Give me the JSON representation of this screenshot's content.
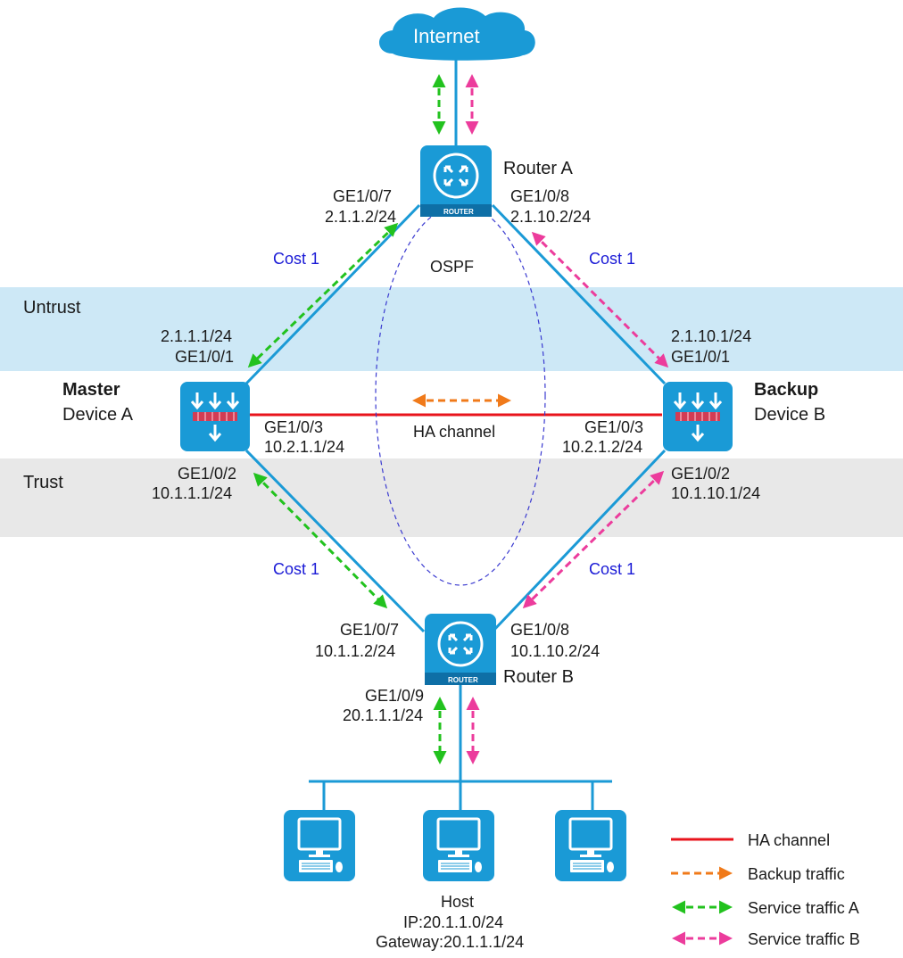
{
  "zones": {
    "untrust": "Untrust",
    "trust": "Trust"
  },
  "internet": "Internet",
  "ospf": "OSPF",
  "router_a": {
    "name": "Router A",
    "badge": "ROUTER",
    "left_if": "GE1/0/7",
    "left_ip": "2.1.1.2/24",
    "right_if": "GE1/0/8",
    "right_ip": "2.1.10.2/24"
  },
  "router_b": {
    "name": "Router B",
    "badge": "ROUTER",
    "left_if": "GE1/0/7",
    "left_ip": "10.1.1.2/24",
    "right_if": "GE1/0/8",
    "right_ip": "10.1.10.2/24",
    "down_if": "GE1/0/9",
    "down_ip": "20.1.1.1/24"
  },
  "device_a": {
    "role": "Master",
    "name": "Device A",
    "up_ip": "2.1.1.1/24",
    "up_if": "GE1/0/1",
    "ha_if": "GE1/0/3",
    "ha_ip": "10.2.1.1/24",
    "down_if": "GE1/0/2",
    "down_ip": "10.1.1.1/24"
  },
  "device_b": {
    "role": "Backup",
    "name": "Device B",
    "up_ip": "2.1.10.1/24",
    "up_if": "GE1/0/1",
    "ha_if": "GE1/0/3",
    "ha_ip": "10.2.1.2/24",
    "down_if": "GE1/0/2",
    "down_ip": "10.1.10.1/24"
  },
  "ha_channel_label": "HA channel",
  "costs": {
    "top_left": "Cost 1",
    "top_right": "Cost 1",
    "bottom_left": "Cost 1",
    "bottom_right": "Cost 1"
  },
  "host": {
    "name": "Host",
    "ip": "IP:20.1.1.0/24",
    "gateway": "Gateway:20.1.1.1/24"
  },
  "legend": {
    "ha_channel": "HA channel",
    "backup_traffic": "Backup traffic",
    "service_a": "Service traffic A",
    "service_b": "Service traffic B"
  },
  "colors": {
    "link": "#1b9ad6",
    "device": "#1a9ad6",
    "ha": "#e8141c",
    "backup": "#f07a1a",
    "service_a": "#22c21e",
    "service_b": "#ec3c9c",
    "untrust_band": "#cde8f6",
    "trust_band": "#e8e8e8",
    "cost_text": "#1a1ad6",
    "ospf_ellipse": "#3a3ad0"
  }
}
